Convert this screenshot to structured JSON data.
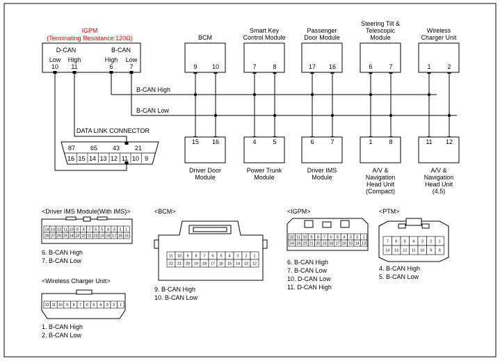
{
  "igpm": {
    "title": "IGPM",
    "subtitle": "(Terminating Resistance:120Ω)",
    "dcan": "D-CAN",
    "bcan": "B-CAN",
    "pins": [
      {
        "side": "Low",
        "num": "10"
      },
      {
        "side": "High",
        "num": "11"
      },
      {
        "side": "High",
        "num": "6"
      },
      {
        "side": "Low",
        "num": "7"
      }
    ]
  },
  "top_modules": [
    {
      "name": [
        "BCM"
      ],
      "pins": [
        "9",
        "10"
      ]
    },
    {
      "name": [
        "Smart Key",
        "Control Module"
      ],
      "pins": [
        "7",
        "8"
      ]
    },
    {
      "name": [
        "Passenger",
        "Door Module"
      ],
      "pins": [
        "17",
        "16"
      ]
    },
    {
      "name": [
        "Steering Tilt &",
        "Telescopic",
        "Module"
      ],
      "pins": [
        "6",
        "7"
      ]
    },
    {
      "name": [
        "Wireless",
        "Charger Unit"
      ],
      "pins": [
        "1",
        "2"
      ]
    }
  ],
  "bottom_modules": [
    {
      "name": [
        "Driver Door",
        "Module"
      ],
      "pins": [
        "15",
        "16"
      ]
    },
    {
      "name": [
        "Power Trunk",
        "Module"
      ],
      "pins": [
        "4",
        "5"
      ]
    },
    {
      "name": [
        "Driver IMS",
        "Module"
      ],
      "pins": [
        "6",
        "7"
      ]
    },
    {
      "name": [
        "A/V &",
        "Navigation",
        "Head Unit",
        "(Compact)"
      ],
      "pins": [
        "1",
        "8"
      ]
    },
    {
      "name": [
        "A/V &",
        "Navigation",
        "Head Unit",
        "(4.5)"
      ],
      "pins": [
        "11",
        "12"
      ]
    }
  ],
  "bus": {
    "high": "B-CAN High",
    "low": "B-CAN Low"
  },
  "dlc": {
    "title": "DATA LINK CONNECTOR",
    "top_row": [
      "87",
      "65",
      "43",
      "21"
    ],
    "bottom_row": [
      "16",
      "15",
      "14",
      "13",
      "12",
      "11",
      "10",
      "9"
    ]
  },
  "connectors": {
    "driver_ims": {
      "title": "<Driver IMS Module(With IMS)>",
      "row1": [
        "14",
        "13",
        "12",
        "11",
        "10",
        "9",
        "8",
        "7",
        "6",
        "5",
        "4",
        "3",
        "2",
        "1"
      ],
      "row2": [
        "28",
        "27",
        "26",
        "25",
        "24",
        "23",
        "22",
        "21",
        "20",
        "19",
        "18",
        "17",
        "16",
        "15"
      ],
      "pins": [
        "6. B-CAN High",
        "7. B-CAN Low"
      ]
    },
    "wireless": {
      "title": "<Wireless Charger Unit>",
      "row1": [
        "12",
        "11",
        "10",
        "9",
        "8",
        "7",
        "6",
        "5",
        "4",
        "3",
        "2",
        "1"
      ],
      "pins": [
        "1. B-CAN High",
        "2. B-CAN Low"
      ]
    },
    "bcm": {
      "title": "<BCM>",
      "row1": [
        "11",
        "10",
        "9",
        "8",
        "7",
        "6",
        "5",
        "4",
        "3",
        "2",
        "1"
      ],
      "row2": [
        "22",
        "21",
        "20",
        "19",
        "18",
        "17",
        "16",
        "15",
        "14",
        "13",
        "12"
      ],
      "pins": [
        "9. B-CAN High",
        "10. B-CAN Low"
      ]
    },
    "igpm": {
      "title": "<IGPM>",
      "row1": [
        "12",
        "11",
        "10",
        "9",
        "8",
        "7",
        "6",
        "5",
        "4",
        "3",
        "2",
        "1"
      ],
      "row2": [
        "24",
        "23",
        "22",
        "21",
        "20",
        "19",
        "18",
        "17",
        "16",
        "15",
        "14",
        "13"
      ],
      "pins": [
        "6. B-CAN High",
        "7. B-CAN Low",
        "10. D-CAN Low",
        "11. D-CAN High"
      ]
    },
    "ptm": {
      "title": "<PTM>",
      "row1": [
        "7",
        "6",
        "5",
        "4",
        "3",
        "2",
        "1"
      ],
      "row2": [
        "14",
        "13",
        "12",
        "11",
        "10",
        "9",
        "8"
      ],
      "pins": [
        "4. B-CAN High",
        "5. B-CAN Low"
      ]
    }
  }
}
